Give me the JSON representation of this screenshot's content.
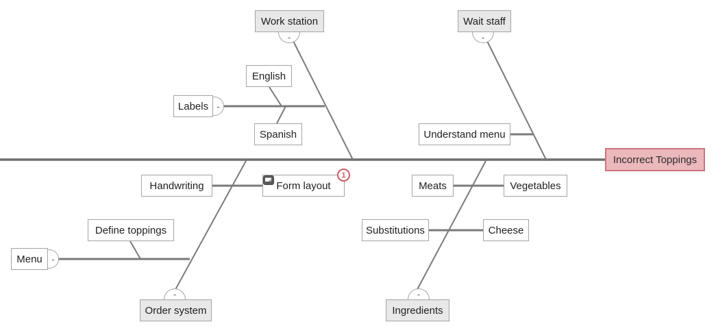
{
  "diagram": {
    "type": "fishbone",
    "effect": "Incorrect Toppings"
  },
  "nodes": {
    "work_station": "Work station",
    "wait_staff": "Wait staff",
    "order_system": "Order system",
    "ingredients": "Ingredients",
    "english": "English",
    "labels": "Labels",
    "spanish": "Spanish",
    "understand_menu": "Understand menu",
    "handwriting": "Handwriting",
    "form_layout": "Form layout",
    "meats": "Meats",
    "vegetables": "Vegetables",
    "define_toppings": "Define toppings",
    "substitutions": "Substitutions",
    "cheese": "Cheese",
    "menu": "Menu"
  },
  "toggle": {
    "glyph": "-"
  },
  "badge": {
    "count": "1"
  },
  "icons": {
    "form_layout_marker": "note-icon",
    "collapse_control": "minus-icon"
  },
  "colors": {
    "line": "#767676",
    "box_border": "#a3a3a3",
    "category_fill": "#e8e8e8",
    "cause_fill": "#ffffff",
    "effect_fill": "#ebb8bb",
    "effect_border": "#ca757d",
    "badge": "#cf5a64",
    "text": "#1f1f1f"
  }
}
